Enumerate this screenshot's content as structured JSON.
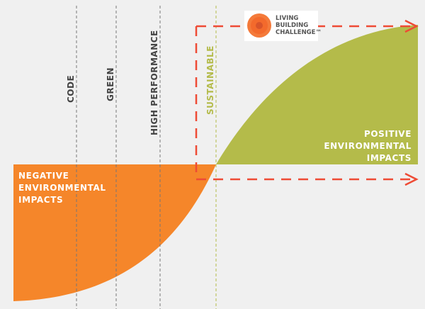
{
  "levels": [
    {
      "label": "CODE"
    },
    {
      "label": "GREEN"
    },
    {
      "label": "HIGH PERFORMANCE"
    },
    {
      "label": "SUSTAINABLE"
    }
  ],
  "negative": {
    "line1": "NEGATIVE",
    "line2": "ENVIRONMENTAL",
    "line3": "IMPACTS"
  },
  "positive": {
    "line1": "POSITIVE",
    "line2": "ENVIRONMENTAL",
    "line3": "IMPACTS"
  },
  "logo": {
    "line1": "LIVING",
    "line2": "BUILDING",
    "line3": "CHALLENGE™"
  },
  "colors": {
    "negative": "#f5862a",
    "positive": "#b4bb4a",
    "arrow": "#ee4b35",
    "background": "#f0f0f0"
  }
}
